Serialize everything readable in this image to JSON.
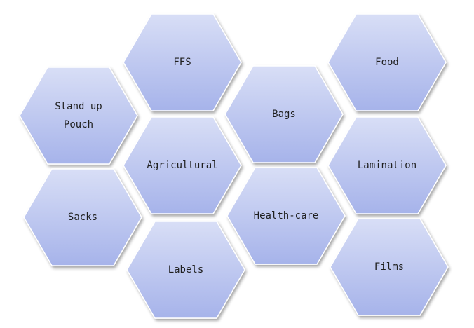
{
  "diagram": {
    "type": "hexagon-cluster",
    "fill_top": "#d8def6",
    "fill_bottom": "#a6b3ea",
    "items": [
      {
        "id": "ffs",
        "lines": [
          "FFS"
        ]
      },
      {
        "id": "food",
        "lines": [
          "Food"
        ]
      },
      {
        "id": "stand-up-pouch",
        "lines": [
          "Stand up",
          "Pouch"
        ]
      },
      {
        "id": "bags",
        "lines": [
          "Bags"
        ]
      },
      {
        "id": "agricultural",
        "lines": [
          "Agricultural"
        ]
      },
      {
        "id": "lamination",
        "lines": [
          "Lamination"
        ]
      },
      {
        "id": "sacks",
        "lines": [
          "Sacks"
        ]
      },
      {
        "id": "health-care",
        "lines": [
          "Health-care"
        ]
      },
      {
        "id": "labels",
        "lines": [
          "Labels"
        ]
      },
      {
        "id": "films",
        "lines": [
          "Films"
        ]
      }
    ]
  }
}
